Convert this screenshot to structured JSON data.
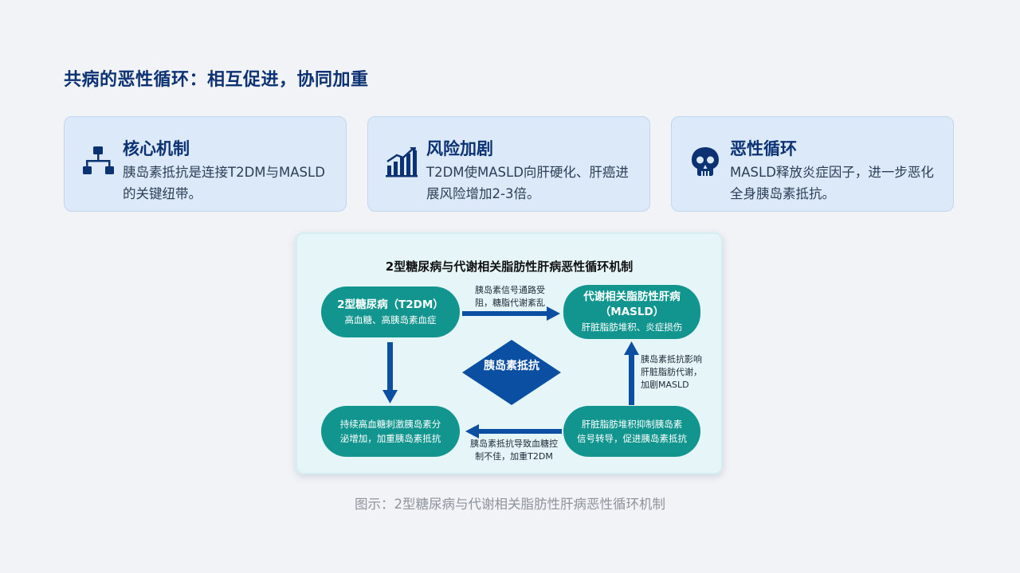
{
  "title": "共病的恶性循环：相互促进，协同加重",
  "cards": [
    {
      "icon": "hierarchy-icon",
      "title": "核心机制",
      "text": "胰岛素抵抗是连接T2DM与MASLD的关键纽带。"
    },
    {
      "icon": "rising-chart-icon",
      "title": "风险加剧",
      "text": "T2DM使MASLD向肝硬化、肝癌进展风险增加2-3倍。"
    },
    {
      "icon": "skull-icon",
      "title": "恶性循环",
      "text": "MASLD释放炎症因子，进一步恶化全身胰岛素抵抗。"
    }
  ],
  "diagram": {
    "title": "2型糖尿病与代谢相关脂肪性肝病恶性循环机制",
    "center": "胰岛素抵抗",
    "nodes": {
      "t2dm": {
        "title": "2型糖尿病（T2DM）",
        "sub": "高血糖、高胰岛素血症"
      },
      "masld": {
        "title_line1": "代谢相关脂肪性肝病",
        "title_line2": "（MASLD）",
        "sub": "肝脏脂肪堆积、炎症损伤"
      },
      "hyper": {
        "line1": "持续高血糖刺激胰岛素分",
        "line2": "泌增加，加重胰岛素抵抗"
      },
      "liver": {
        "line1": "肝脏脂肪堆积抑制胰岛素",
        "line2": "信号转导，促进胰岛素抵抗"
      }
    },
    "edges": {
      "top": {
        "line1": "胰岛素信号通路受",
        "line2": "阻，糖脂代谢紊乱"
      },
      "right": {
        "line1": "胰岛素抵抗影响",
        "line2": "肝脏脂肪代谢，",
        "line3": "加剧MASLD"
      },
      "bottom": {
        "line1": "胰岛素抵抗导致血糖控",
        "line2": "制不佳，加重T2DM"
      }
    }
  },
  "caption": "图示：2型糖尿病与代谢相关脂肪性肝病恶性循环机制",
  "colors": {
    "title": "#0d3273",
    "node": "#12958f",
    "arrow": "#0b4fa3",
    "diamond": "#0b4fa3",
    "card_bg": "#dbe9f9"
  }
}
